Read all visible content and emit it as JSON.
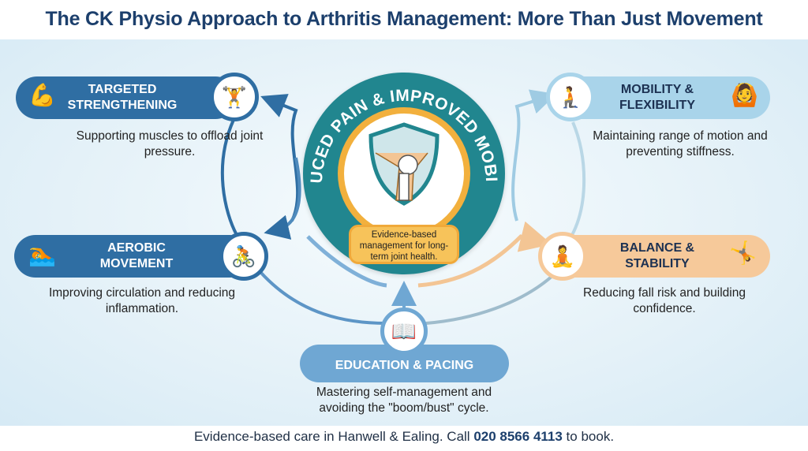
{
  "title": "The CK Physio Approach to Arthritis Management: More Than Just Movement",
  "center": {
    "arc_text": "REDUCED PAIN & IMPROVED MOBILITY",
    "label": "Evidence-based management for long-term joint health.",
    "icon": "knee-shield-icon"
  },
  "items": [
    {
      "title1": "TARGETED",
      "title2": "STRENGTHENING",
      "desc": "Supporting muscles to offload joint pressure.",
      "icons": [
        "flexed-bicep-icon",
        "dumbbell-fist-icon"
      ]
    },
    {
      "title1": "AEROBIC",
      "title2": "MOVEMENT",
      "desc": "Improving circulation and reducing inflammation.",
      "icons": [
        "swimmer-icon",
        "cyclist-icon"
      ]
    },
    {
      "title1": "MOBILITY &",
      "title2": "FLEXIBILITY",
      "desc": "Maintaining range of motion and preventing stiffness.",
      "icons": [
        "kneeling-stretch-icon",
        "side-stretch-icon"
      ]
    },
    {
      "title1": "BALANCE &",
      "title2": "STABILITY",
      "desc": "Reducing fall risk and building confidence.",
      "icons": [
        "balance-pose-icon",
        "balance-board-icon"
      ]
    },
    {
      "title1": "EDUCATION & PACING",
      "desc": "Mastering self-management and avoiding the \"boom/bust\" cycle.",
      "icons": [
        "book-gear-icon"
      ]
    }
  ],
  "footer": {
    "text1": "Evidence-based care in Hanwell & Ealing. Call ",
    "phone": "020 8566 4113",
    "text2": " to book."
  },
  "colors": {
    "title": "#1c3f6c",
    "left_pill": "#2f6ea3",
    "mobility_pill": "#a9d4ea",
    "balance_pill": "#f6c99a",
    "education_pill": "#6fa7d3",
    "center_ring": "#21868f",
    "accent_orange": "#f2b03d"
  }
}
